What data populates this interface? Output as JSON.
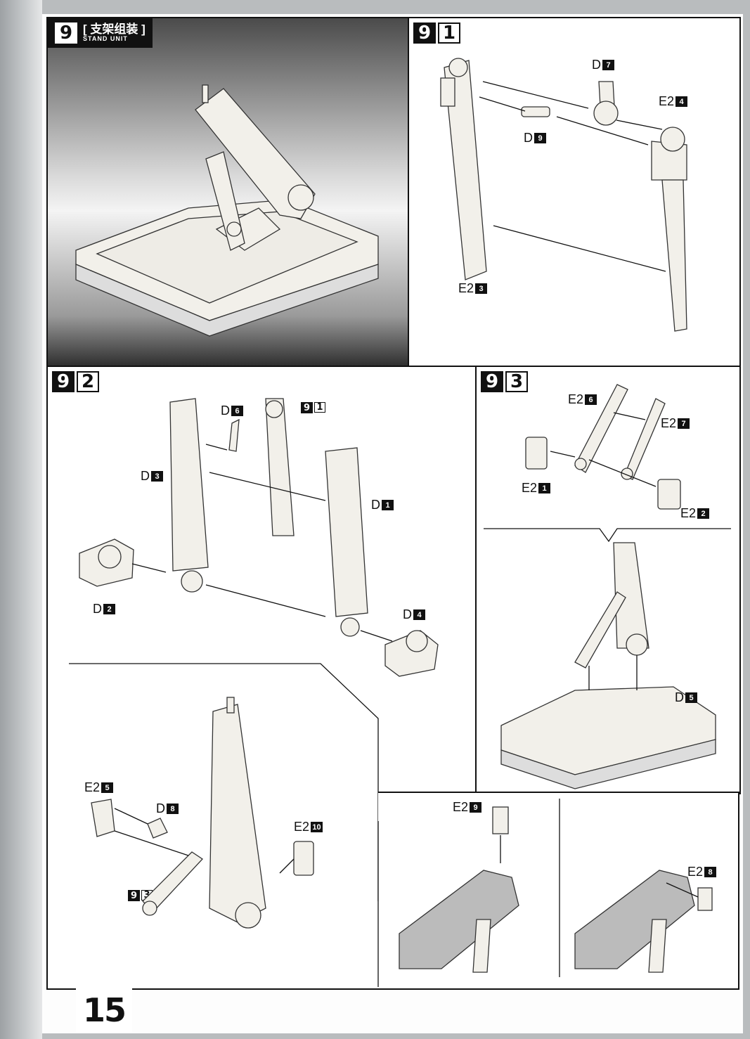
{
  "page_number": "15",
  "header": {
    "step": "9",
    "title_cn": "[ 支架组装 ]",
    "title_en": "STAND UNIT"
  },
  "steps": {
    "s91": {
      "major": "9",
      "minor": "1"
    },
    "s92": {
      "major": "9",
      "minor": "2"
    },
    "s93": {
      "major": "9",
      "minor": "3"
    }
  },
  "labels": {
    "d7": {
      "runner": "D",
      "num": "7"
    },
    "e24": {
      "runner": "E2",
      "num": "4"
    },
    "d9": {
      "runner": "D",
      "num": "9"
    },
    "e23": {
      "runner": "E2",
      "num": "3"
    },
    "d6": {
      "runner": "D",
      "num": "6"
    },
    "d3": {
      "runner": "D",
      "num": "3"
    },
    "d1": {
      "runner": "D",
      "num": "1"
    },
    "d2": {
      "runner": "D",
      "num": "2"
    },
    "d4": {
      "runner": "D",
      "num": "4"
    },
    "e26": {
      "runner": "E2",
      "num": "6"
    },
    "e27": {
      "runner": "E2",
      "num": "7"
    },
    "e21": {
      "runner": "E2",
      "num": "1"
    },
    "e22": {
      "runner": "E2",
      "num": "2"
    },
    "d5": {
      "runner": "D",
      "num": "5"
    },
    "e25": {
      "runner": "E2",
      "num": "5"
    },
    "d8": {
      "runner": "D",
      "num": "8"
    },
    "e210": {
      "runner": "E2",
      "num": "10"
    },
    "e29": {
      "runner": "E2",
      "num": "9"
    },
    "e28": {
      "runner": "E2",
      "num": "8"
    }
  },
  "refs": {
    "ref91": {
      "major": "9",
      "minor": "1"
    },
    "ref93": {
      "major": "9",
      "minor": "3"
    }
  }
}
